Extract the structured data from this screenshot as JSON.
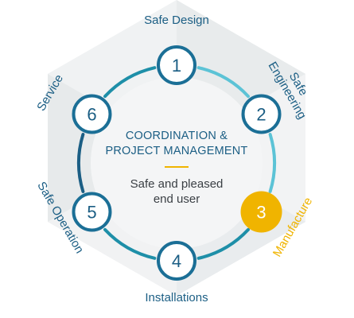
{
  "center": {
    "title_line1": "COORDINATION &",
    "title_line2": "PROJECT MANAGEMENT",
    "subtitle_line1": "Safe and pleased",
    "subtitle_line2": "end user"
  },
  "colors": {
    "ring_teal": "#1e8fa8",
    "ring_light": "#5cc3d6",
    "ring_dark": "#1b5e84",
    "node_border": "#1b6f96",
    "node_number": "#1b5e84",
    "label": "#1b5e84",
    "highlight": "#f0b400",
    "hexagon": "#eef0f1",
    "center_disc": "#f4f5f6",
    "center_text": "#3a3f44"
  },
  "steps": [
    {
      "number": "1",
      "label": "Safe Design",
      "highlight": false
    },
    {
      "number": "2",
      "label": "Safe Engineering",
      "label_lines": [
        "Safe",
        "Engineering"
      ],
      "highlight": false
    },
    {
      "number": "3",
      "label": "Manufacture",
      "highlight": true
    },
    {
      "number": "4",
      "label": "Installations",
      "highlight": false
    },
    {
      "number": "5",
      "label": "Safe Operation",
      "highlight": false
    },
    {
      "number": "6",
      "label": "Service",
      "highlight": false
    }
  ]
}
